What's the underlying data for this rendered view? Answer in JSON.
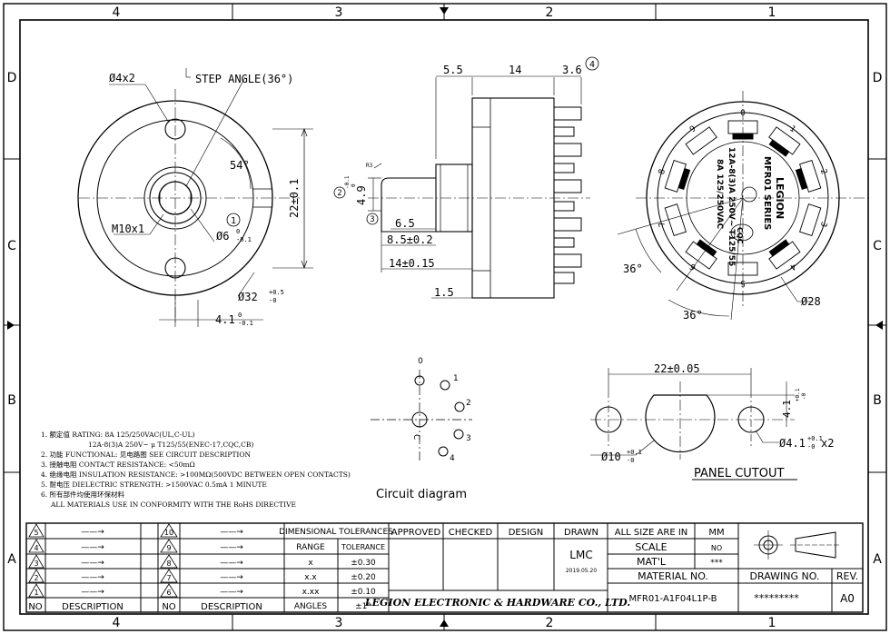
{
  "frame": {
    "col_labels": [
      "4",
      "3",
      "2",
      "1"
    ],
    "row_labels": [
      "D",
      "C",
      "B",
      "A"
    ]
  },
  "front_view": {
    "hole_label": "Ø4x2",
    "step_angle": "STEP ANGLE(36°)",
    "angle": "54°",
    "thread": "M10x1",
    "bore_marker": "1",
    "bore_dim": "Ø6",
    "bore_tol": "-0.1",
    "bore_tol_upper": "0",
    "height_dim": "22±0.1",
    "outer_dim": "Ø32",
    "outer_tol": "+0.5",
    "outer_tol_lower": "-0",
    "flat_dim": "4.1",
    "flat_tol_upper": "0",
    "flat_tol": "-0.1"
  },
  "side_view": {
    "dim_55": "5.5",
    "dim_14": "14",
    "dim_36": "3.6",
    "marker_4": "4",
    "marker_2": "2",
    "marker_3": "3",
    "small_label": "R3",
    "dim_49": "4.9",
    "dim_49_tol": "-0.1",
    "dim_49_tol_upper": "0",
    "dim_65": "6.5",
    "dim_85": "8.5±0.2",
    "dim_14b": "14±0.15",
    "dim_15": "1.5"
  },
  "rear_view": {
    "brand": "LEGION",
    "series": "MFR01 SERIES",
    "rating1": "12A-8(3)A 250V~ T125/55",
    "rating2": "8A 125/250VAC",
    "cert": "CQC",
    "position_labels": [
      "0",
      "1",
      "2",
      "3",
      "4",
      "5",
      "6",
      "7",
      "8",
      "9"
    ],
    "angle_a": "36°",
    "angle_b": "36°",
    "dia": "Ø28"
  },
  "circuit": {
    "title": "Circuit diagram",
    "labels": [
      "0",
      "1",
      "2",
      "3",
      "4"
    ],
    "common": "C"
  },
  "panel_cutout": {
    "title": "PANEL CUTOUT",
    "width": "22±0.05",
    "center_dia": "Ø10",
    "center_tol": "+0.1",
    "center_tol_lower": "-0",
    "side_dia": "Ø4.1",
    "side_tol": "+0.1",
    "side_tol_lower": "-0",
    "side_count": "x2",
    "flat": "4.1",
    "flat_tol": "+0.1",
    "flat_tol_lower": "-0"
  },
  "notes": [
    "1. 额定值 RATING: 8A 125/250VAC(UL,C-UL)",
    "12A-8(3)A 250V~ μ T125/55(ENEC-17,CQC,CB)",
    "2. 功能 FUNCTIONAL: 见电路图 SEE CIRCUIT DESCRIPTION",
    "3. 接触电阻 CONTACT RESISTANCE: <50mΩ",
    "4. 绝缘电阻 INSULATION RESISTANCE: >100MΩ(500VDC BETWEEN OPEN CONTACTS)",
    "5. 耐电压 DIELECTRIC STRENGTH: >1500VAC 0.5mA 1 MINUTE",
    "6. 所有部件均使用环保材料",
    "ALL MATERIALS USE IN CONFORMITY WITH THE RoHS DIRECTIVE"
  ],
  "title_block": {
    "rev_left": [
      "5",
      "4",
      "3",
      "2",
      "1"
    ],
    "rev_right": [
      "10",
      "9",
      "8",
      "7",
      "6"
    ],
    "arrow": "——→",
    "no_label": "NO",
    "desc_label": "DESCRIPTION",
    "tol_header": "DIMENSIONAL TOLERANCES",
    "range_label": "RANGE",
    "tolerance_label": "TOLERANCE",
    "tol_rows": [
      {
        "range": "x",
        "tol": "±0.30"
      },
      {
        "range": "x.x",
        "tol": "±0.20"
      },
      {
        "range": "x.xx",
        "tol": "±0.10"
      },
      {
        "range": "ANGLES",
        "tol": "±1°"
      }
    ],
    "approved": "APPROVED",
    "checked": "CHECKED",
    "design": "DESIGN",
    "drawn": "DRAWN",
    "drawn_by": "LMC",
    "drawn_date": "2019.05.20",
    "all_size": "ALL SIZE ARE IN",
    "unit": "MM",
    "scale_label": "SCALE",
    "scale": "NO",
    "mat_label": "MAT'L",
    "mat": "***",
    "material_no_label": "MATERIAL NO.",
    "material_no": "MFR01-A1F04L1P-B",
    "drawing_no_label": "DRAWING NO.",
    "drawing_no": "*********",
    "rev_label": "REV.",
    "rev": "A0",
    "company": "LEGION ELECTRONIC & HARDWARE CO., LTD."
  }
}
